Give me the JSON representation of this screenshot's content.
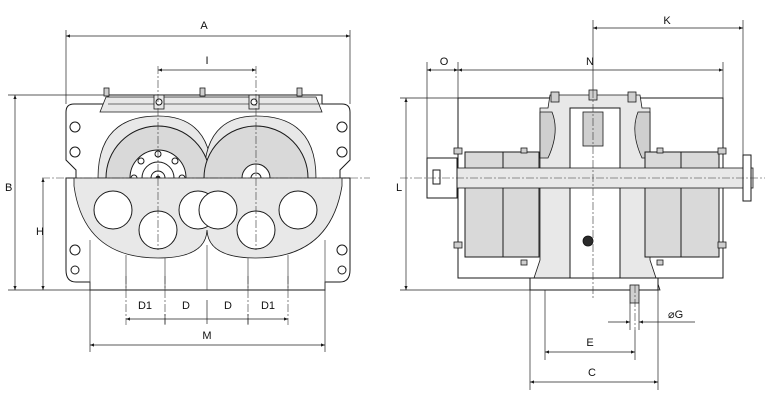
{
  "front_view": {
    "dimensions": {
      "A": "A",
      "I": "I",
      "B": "B",
      "H": "H",
      "D1_left": "D1",
      "D_left": "D",
      "D_right": "D",
      "D1_right": "D1",
      "M": "M"
    }
  },
  "side_view": {
    "dimensions": {
      "K": "K",
      "O": "O",
      "N": "N",
      "L": "L",
      "G": "⌀G",
      "E": "E",
      "C": "C"
    }
  }
}
